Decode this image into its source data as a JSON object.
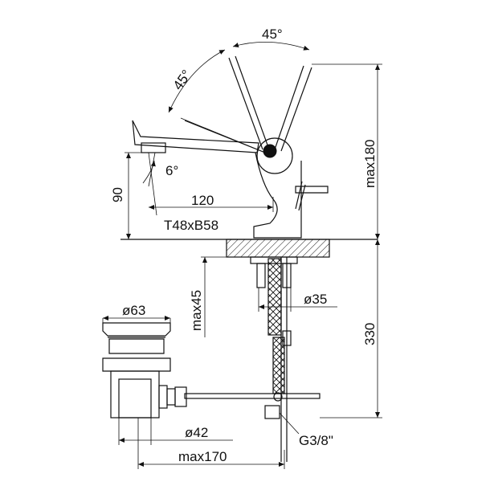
{
  "dimensions": {
    "angle_top": "45°",
    "angle_left": "45°",
    "angle_spout": "6°",
    "height_90": "90",
    "reach_120": "120",
    "base_size": "T48xB58",
    "height_max180": "max180",
    "depth_max45": "max45",
    "dia_35": "ø35",
    "height_330": "330",
    "dia_63": "ø63",
    "dia_42": "ø42",
    "thread_g38": "G3/8\"",
    "length_max170": "max170"
  }
}
